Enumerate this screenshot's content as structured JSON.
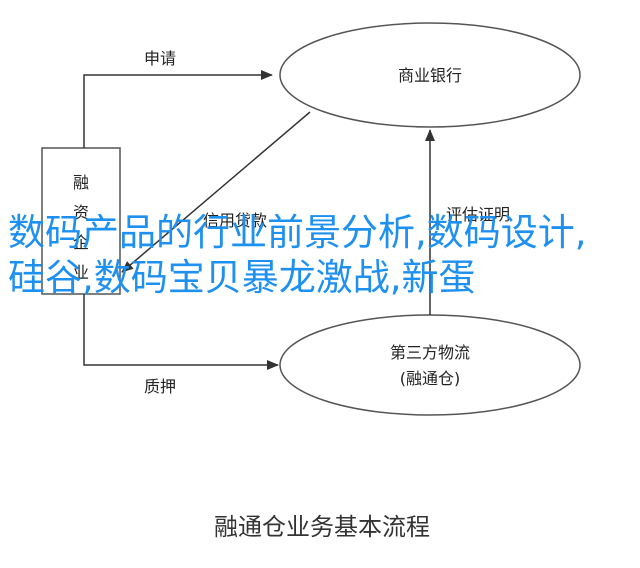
{
  "colors": {
    "line": "#333333",
    "shape_fill": "#ffffff",
    "overlay_text": "#1E90F0",
    "background": "#ffffff"
  },
  "nodes": {
    "financing_company": "融资企业",
    "commercial_bank": "商业银行",
    "third_party_logistics": "第三方物流",
    "third_party_logistics_sub": "(融通仓)"
  },
  "edges": {
    "apply": "申请",
    "credit_loan": "信用贷款",
    "evaluate_certify": "评估证明",
    "pledge": "质押"
  },
  "caption": "融通仓业务基本流程",
  "overlay_title": "数码产品的行业前景分析,数码设计,硅谷,数码宝贝暴龙激战,新蛋"
}
